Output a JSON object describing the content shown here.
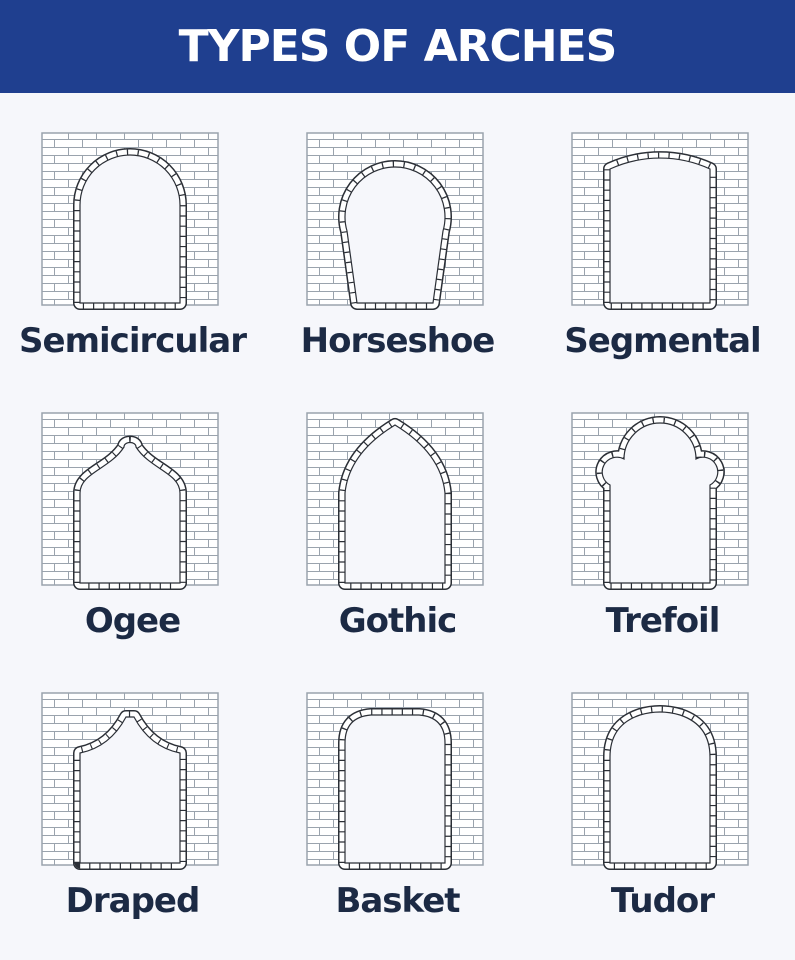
{
  "header": {
    "title": "TYPES OF ARCHES"
  },
  "colors": {
    "banner": "#1f3f8f",
    "background": "#f6f7fb",
    "wall_fill": "#ffffff",
    "mortar": "#9aa3ad",
    "outline": "#2b2f36",
    "label_text": "#1c2a44"
  },
  "arches": [
    {
      "name": "Semicircular",
      "shape": "semicircular"
    },
    {
      "name": "Horseshoe",
      "shape": "horseshoe"
    },
    {
      "name": "Segmental",
      "shape": "segmental"
    },
    {
      "name": "Ogee",
      "shape": "ogee"
    },
    {
      "name": "Gothic",
      "shape": "gothic"
    },
    {
      "name": "Trefoil",
      "shape": "trefoil"
    },
    {
      "name": "Draped",
      "shape": "draped"
    },
    {
      "name": "Basket",
      "shape": "basket"
    },
    {
      "name": "Tudor",
      "shape": "tudor"
    }
  ]
}
